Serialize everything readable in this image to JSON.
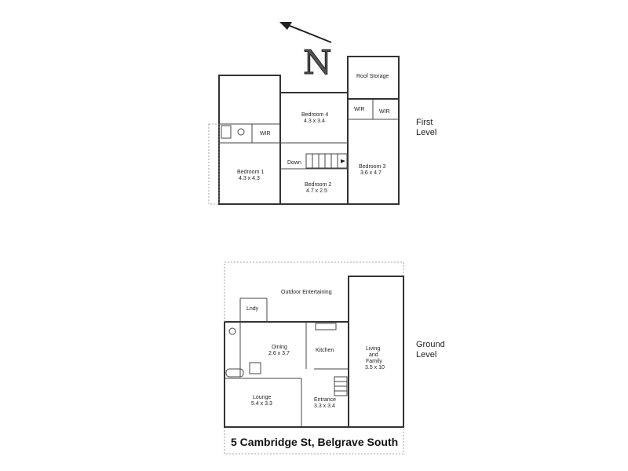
{
  "compass": {
    "letter": "N"
  },
  "first_level": {
    "level_label": [
      "First",
      "Level"
    ],
    "rooms": {
      "roof_storage": "Roof Storage",
      "wir_a": "WIR",
      "wir_b": "WIR",
      "bedroom4": {
        "name": "Bedroom 4",
        "size": "4.3 x 3.4"
      },
      "wir_c": "WIR",
      "bedroom1": {
        "name": "Bedroom 1",
        "size": "4.3 x 4.3"
      },
      "down": "Down",
      "bedroom2": {
        "name": "Bedroom 2",
        "size": "4.7 x 2.5"
      },
      "bedroom3": {
        "name": "Bedroom 3",
        "size": "3.6 x 4.7"
      }
    }
  },
  "ground_level": {
    "level_label": [
      "Ground",
      "Level"
    ],
    "rooms": {
      "outdoor": "Outdoor Entertaining",
      "lndy": "Lndy",
      "dining": {
        "name": "Dining",
        "size": "2.6 x 3.7"
      },
      "kitchen": "Kitchen",
      "living": {
        "name": [
          "Living",
          "and",
          "Family"
        ],
        "size": "3.5 x 10"
      },
      "lounge": {
        "name": "Lounge",
        "size": "5.4 x 3.3"
      },
      "entrance": {
        "name": "Entrance",
        "size": "3.3 x 3.4"
      }
    }
  },
  "address": "5 Cambridge St, Belgrave South"
}
